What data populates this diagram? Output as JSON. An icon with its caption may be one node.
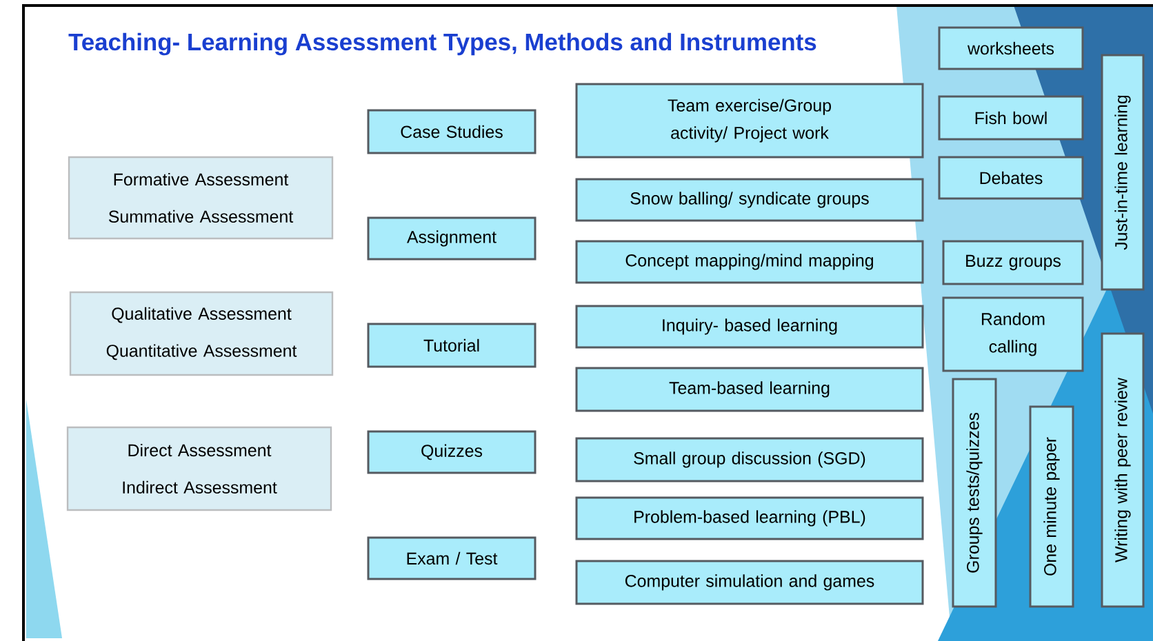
{
  "diagram": {
    "title": "Teaching- Learning Assessment Types, Methods and Instruments",
    "nodes": [
      {
        "text": [
          "Formative Assessment",
          "Summative Assessment"
        ]
      },
      {
        "text": [
          "Qualitative Assessment",
          "Quantitative Assessment"
        ]
      },
      {
        "text": [
          "Direct Assessment",
          "Indirect Assessment"
        ]
      },
      {
        "text": [
          "Case Studies"
        ]
      },
      {
        "text": [
          "Assignment"
        ]
      },
      {
        "text": [
          "Tutorial"
        ]
      },
      {
        "text": [
          "Quizzes"
        ]
      },
      {
        "text": [
          "Exam / Test"
        ]
      },
      {
        "text": [
          "Team exercise/Group activity/ Project work"
        ]
      },
      {
        "text": [
          "Snow balling/ syndicate groups"
        ]
      },
      {
        "text": [
          "Concept mapping/mind mapping"
        ]
      },
      {
        "text": [
          "Inquiry- based learning"
        ]
      },
      {
        "text": [
          "Team-based learning"
        ]
      },
      {
        "text": [
          "Small group discussion (SGD)"
        ]
      },
      {
        "text": [
          "Problem-based learning (PBL)"
        ]
      },
      {
        "text": [
          "Computer simulation and games"
        ]
      },
      {
        "text": [
          "worksheets"
        ]
      },
      {
        "text": [
          "Fish bowl"
        ]
      },
      {
        "text": [
          "Debates"
        ]
      },
      {
        "text": [
          "Buzz groups"
        ]
      },
      {
        "text": [
          "Random calling"
        ]
      },
      {
        "text": [
          "Groups tests/quizzes"
        ]
      },
      {
        "text": [
          "One minute paper"
        ]
      },
      {
        "text": [
          "Just-in-time learning"
        ]
      },
      {
        "text": [
          "Writing with peer review"
        ]
      }
    ]
  }
}
